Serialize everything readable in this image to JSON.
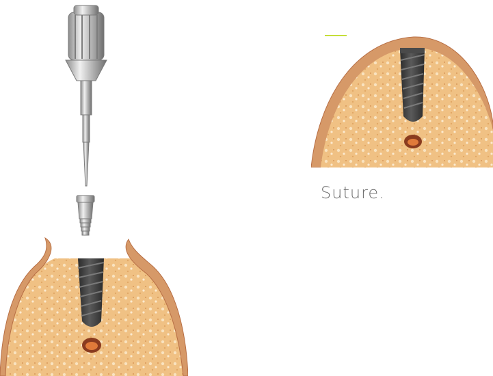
{
  "caption": "Suture.",
  "colors": {
    "accent": "#c5de3a",
    "bone": "#f2c68c",
    "bone_dots": "#f9e7c8",
    "gum": "#d69968",
    "gum_edge": "#b86f45",
    "implant": "#3e3e3e",
    "metal_light": "#d9d9d9",
    "metal_dark": "#8a8a8a",
    "nerve": "#8a3b1f"
  },
  "icons": {
    "left_figure": "implant-insertion-illustration",
    "right_figure": "implant-in-bone-sutured-illustration"
  }
}
